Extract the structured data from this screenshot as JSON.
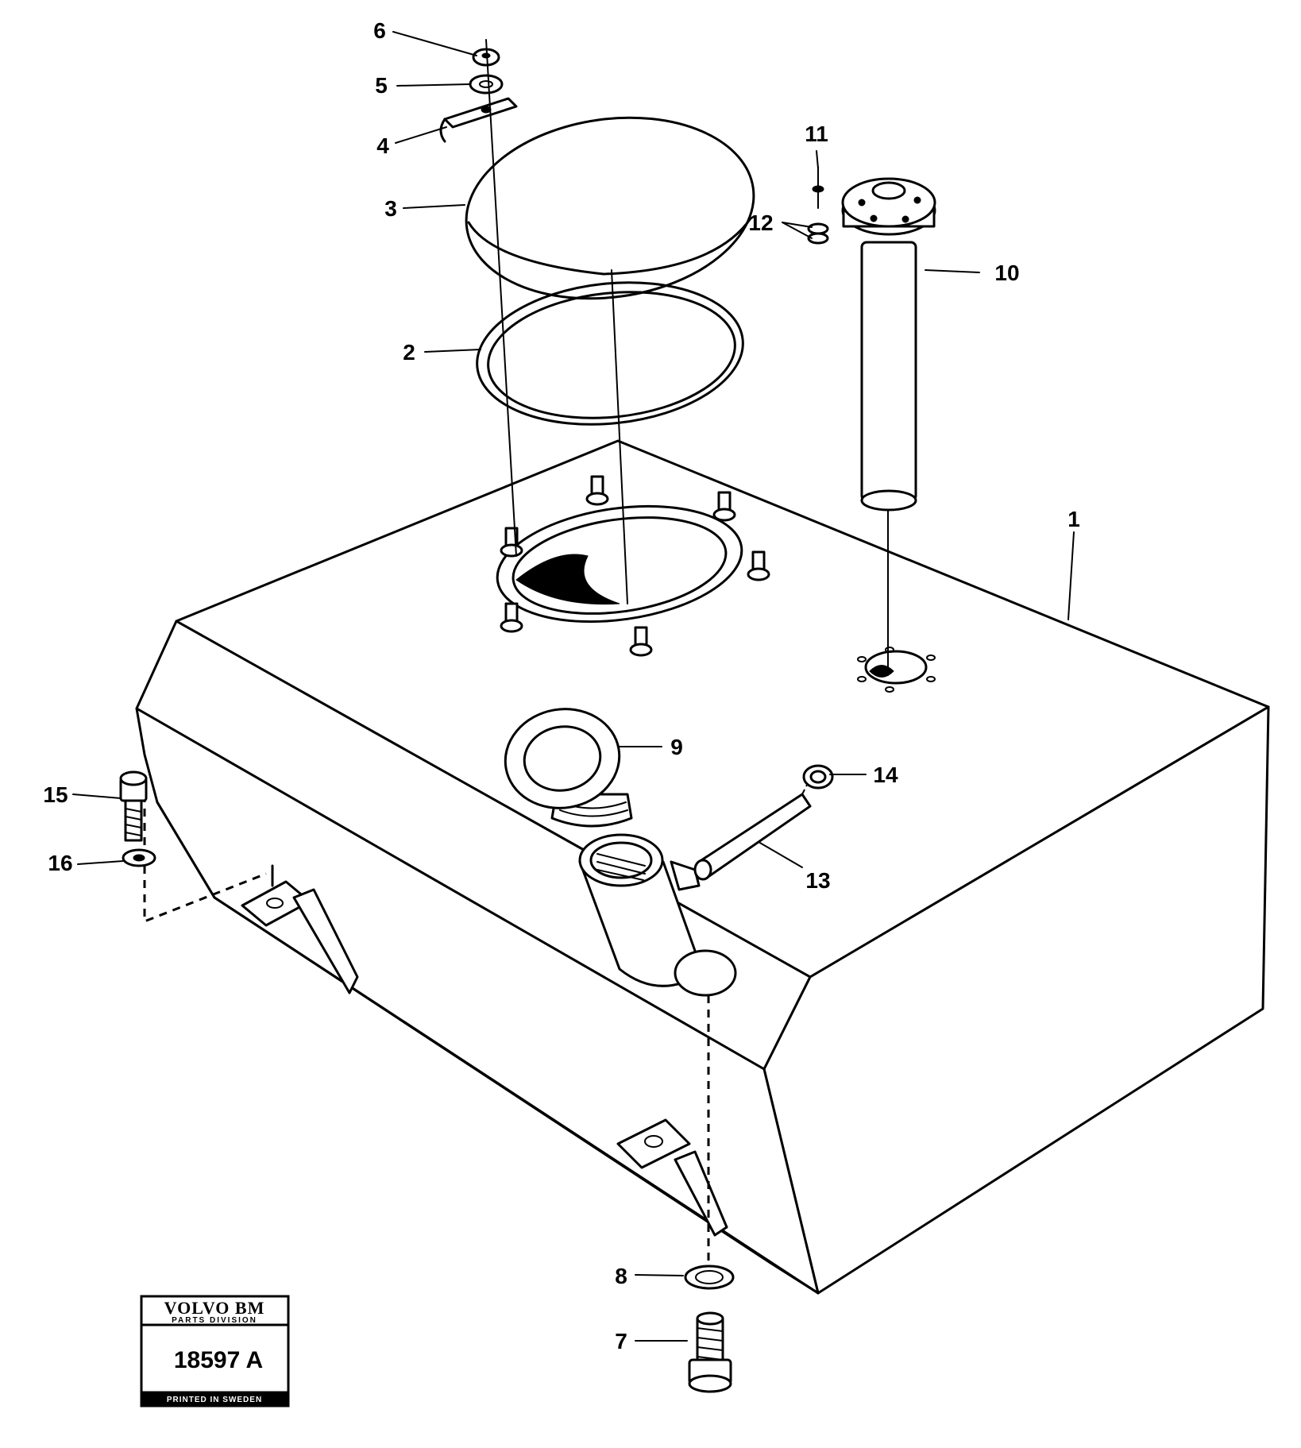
{
  "callouts": [
    {
      "id": "1",
      "label": "1"
    },
    {
      "id": "2",
      "label": "2"
    },
    {
      "id": "3",
      "label": "3"
    },
    {
      "id": "4",
      "label": "4"
    },
    {
      "id": "5",
      "label": "5"
    },
    {
      "id": "6",
      "label": "6"
    },
    {
      "id": "7",
      "label": "7"
    },
    {
      "id": "8",
      "label": "8"
    },
    {
      "id": "9",
      "label": "9"
    },
    {
      "id": "10",
      "label": "10"
    },
    {
      "id": "11",
      "label": "11"
    },
    {
      "id": "12",
      "label": "12"
    },
    {
      "id": "13",
      "label": "13"
    },
    {
      "id": "14",
      "label": "14"
    },
    {
      "id": "15",
      "label": "15"
    },
    {
      "id": "16",
      "label": "16"
    }
  ],
  "stamp": {
    "brand": "VOLVO BM",
    "division": "PARTS DIVISION",
    "code": "18597 A",
    "footer": "PRINTED IN SWEDEN"
  },
  "colors": {
    "ink": "#000000",
    "paper": "#ffffff"
  }
}
